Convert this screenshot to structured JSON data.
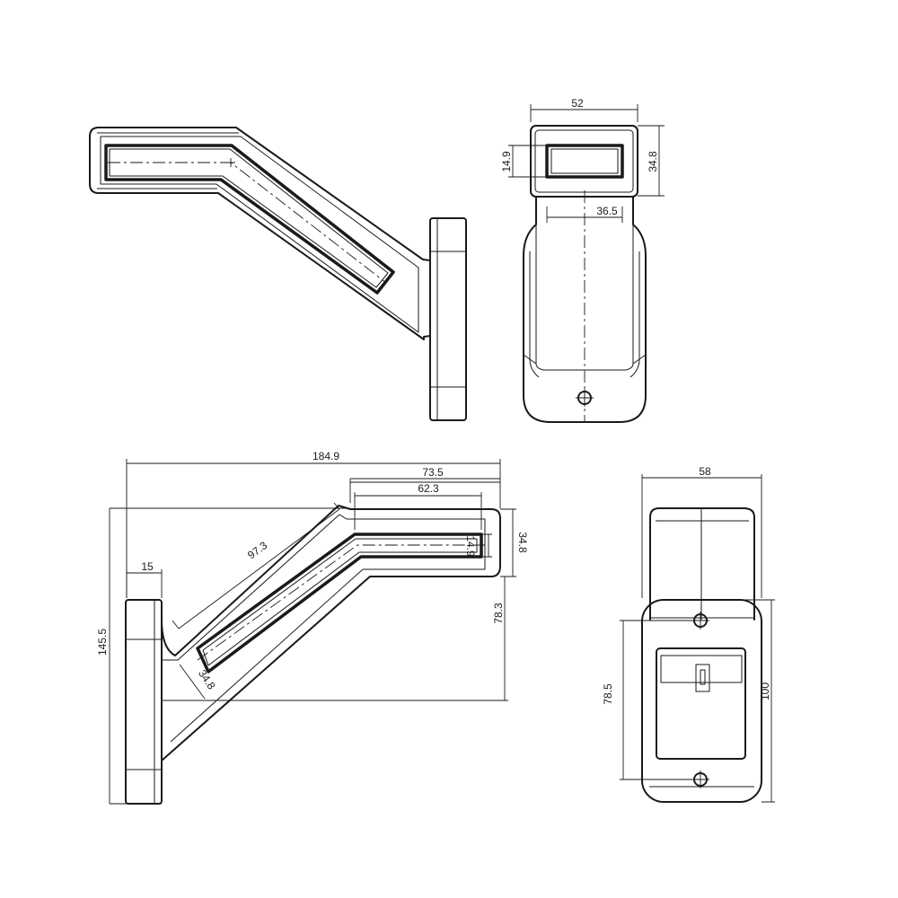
{
  "dimensions": {
    "top_view_width": "52",
    "top_view_height": "34.8",
    "top_view_lens_height": "14.9",
    "top_view_lens_width": "36.5",
    "side_total_length": "184.9",
    "side_arm_length": "73.5",
    "side_lens_length": "62.3",
    "side_angled_length": "97.3",
    "side_base_depth": "15",
    "side_total_height": "145.5",
    "side_arm_height": "78.3",
    "side_head_height": "34.8",
    "side_lens_height": "14.9",
    "side_angled_thickness": "34.8",
    "rear_width": "58",
    "rear_height": "100",
    "rear_hole_spacing": "78.5"
  }
}
